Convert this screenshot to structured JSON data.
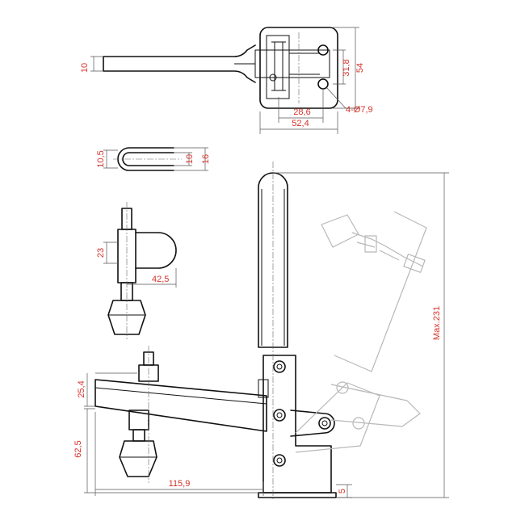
{
  "dimensions": {
    "handle_thickness": "10",
    "slot_height": "31,8",
    "base_height": "54",
    "hole_spacing": "28,6",
    "base_width": "52,4",
    "holes": "4-Ø7,9",
    "grip_inner": "10,5",
    "grip_mid": "10",
    "grip_outer": "16",
    "spindle_offset": "23",
    "spindle_reach": "42,5",
    "max_height": "Max.231",
    "arm_height": "25,4",
    "clamp_height": "62,5",
    "clamp_reach": "115,9",
    "base_thickness": "5"
  },
  "colors": {
    "dimension_text": "#d4342c",
    "outline": "#111111",
    "ghost_outline": "#b8b8b8"
  }
}
